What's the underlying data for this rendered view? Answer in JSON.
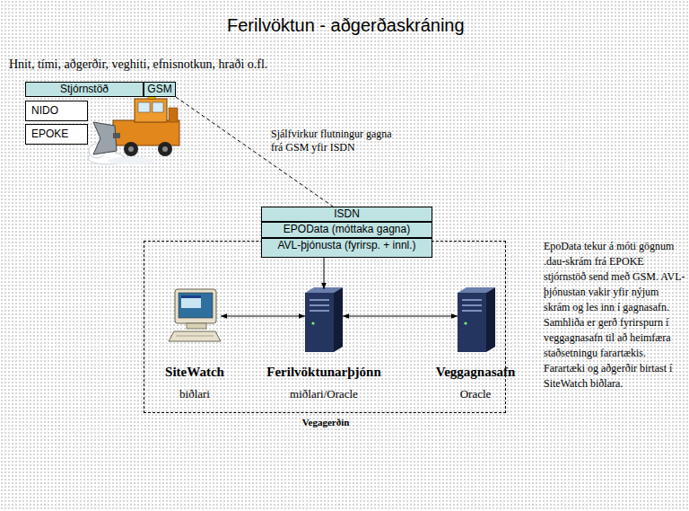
{
  "diagram": {
    "title": "Ferilvöktun - aðgerðaskráning",
    "nodes": [
      {
        "text": [
          "Stjórnstöð"
        ]
      },
      {
        "text": [
          "GSM"
        ]
      },
      {
        "text": [
          "NIDO"
        ]
      },
      {
        "text": [
          "EPOKE"
        ]
      },
      {
        "text": [
          "ISDN"
        ]
      },
      {
        "text": [
          "EPOData (móttaka gagna)"
        ]
      },
      {
        "text": [
          "AVL-þjónusta (fyrirsp. + innl.)"
        ]
      },
      {
        "text": [
          "Vegagerðin"
        ]
      },
      {
        "text": [
          "SiteWatch",
          "biðlari"
        ],
        "in": 7
      },
      {
        "text": [
          "Ferilvöktunarþjónn",
          "miðlari/Oracle"
        ],
        "in": 7
      },
      {
        "text": [
          "Veggagnasafn",
          "Oracle"
        ],
        "in": 7
      }
    ],
    "edges": [
      {
        "from": 1,
        "to": 4,
        "arrow": "none",
        "label": "Sjálfvirkur flutningur gagna frá GSM yfir ISDN"
      },
      {
        "from": 6,
        "to": 9,
        "arrow": "to"
      },
      {
        "from": 8,
        "to": 9,
        "arrow": "both"
      },
      {
        "from": 9,
        "to": 10,
        "arrow": "both"
      }
    ],
    "labels": [
      "Hnit, tími, aðgerðir, veghiti, efnisnotkun, hraði o.fl.",
      "EpoData tekur á móti gögnum .dau-skrám frá EPOKE stjórnstöð send með GSM. AVL-þjónustan vakir yfir nýjum skrám og les inn í gagnasafn. Samhliða er gerð fyrirspurn í veggagnasafn til að heimfæra staðsetningu farartækis. Farartæki og aðgerðir birtast í SiteWatch biðlara."
    ]
  }
}
